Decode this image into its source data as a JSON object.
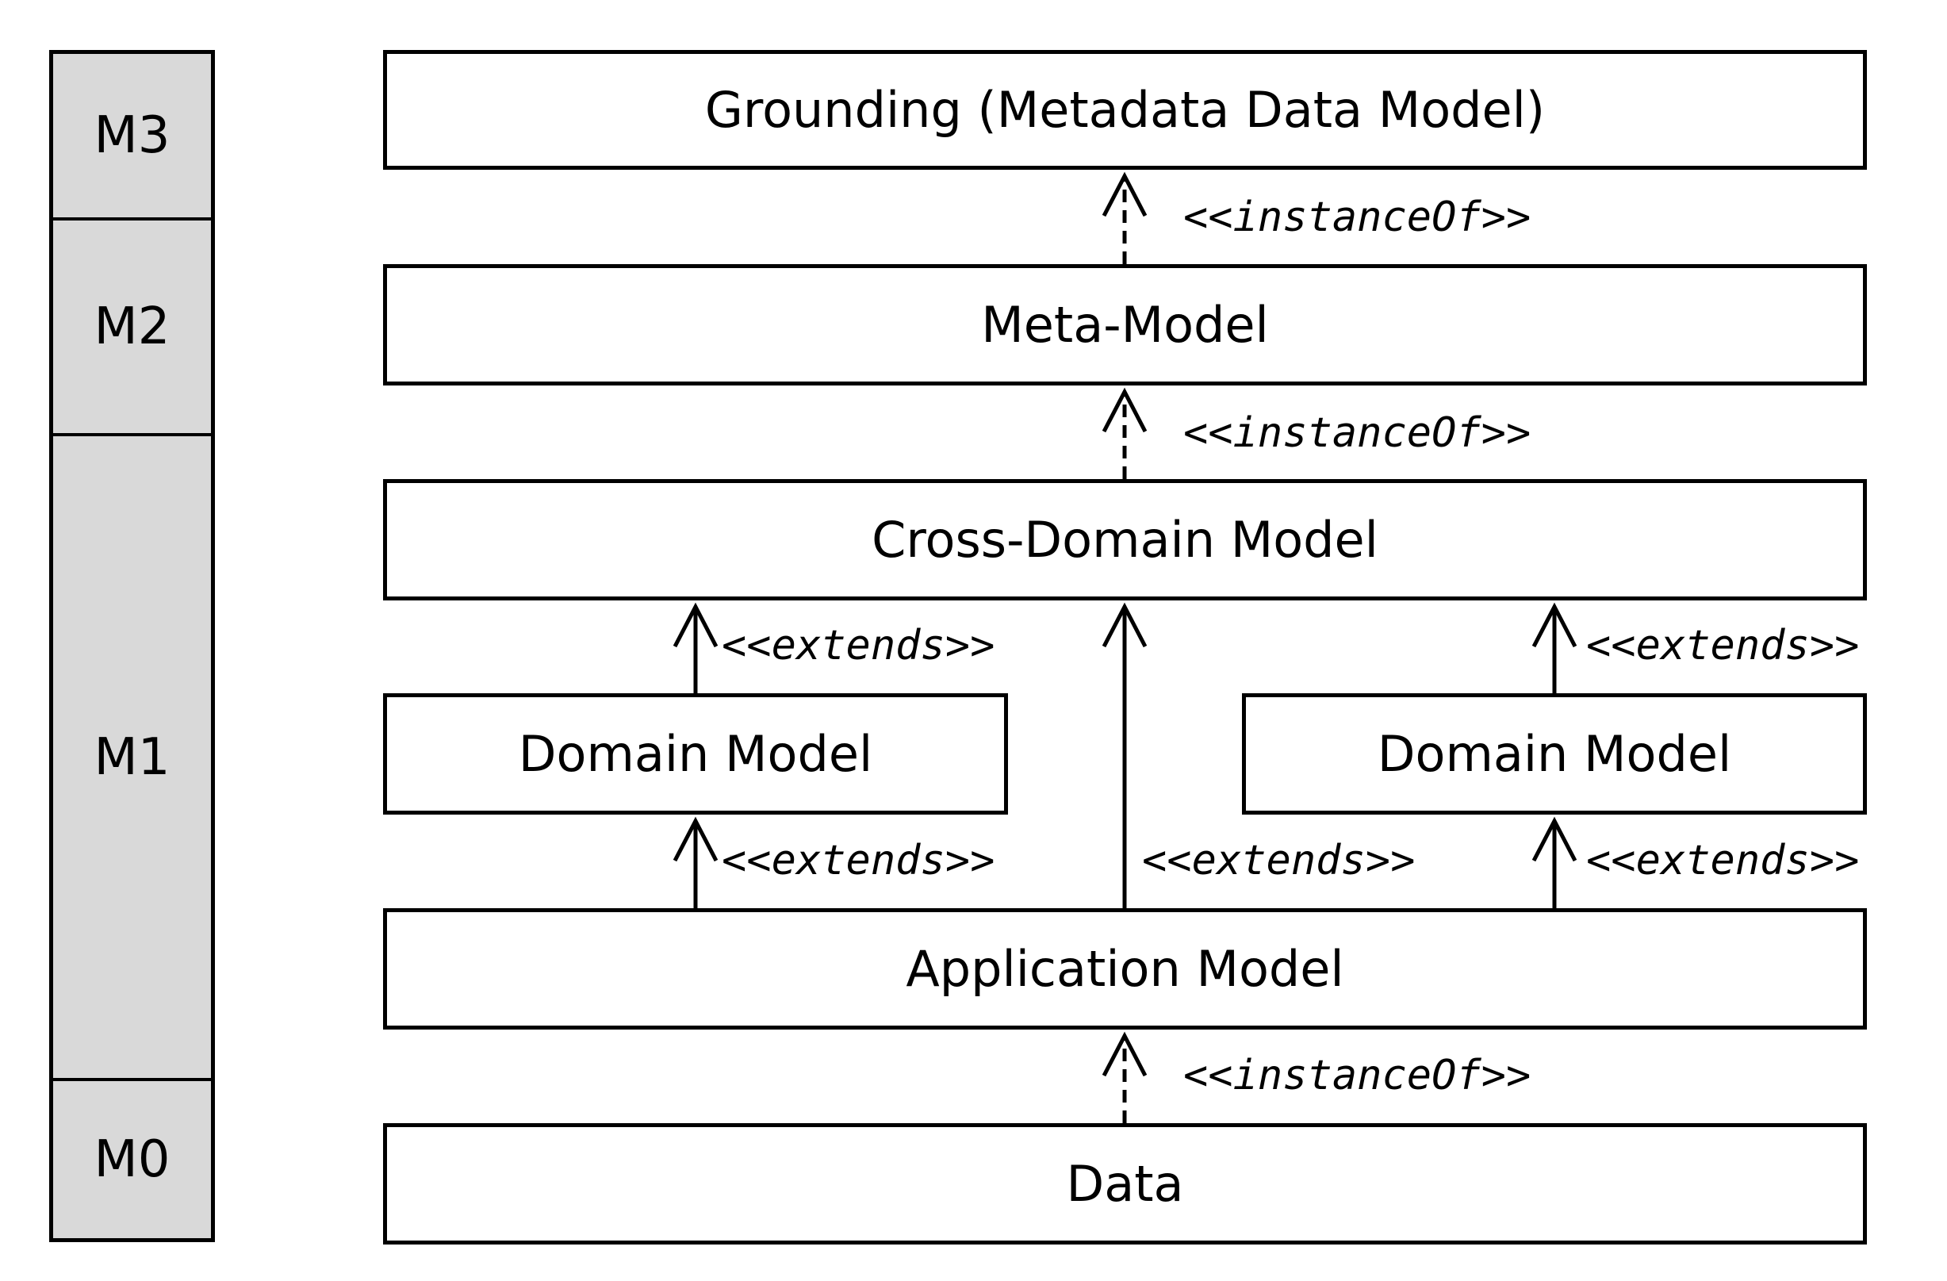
{
  "levels": {
    "m3": "M3",
    "m2": "M2",
    "m1": "M1",
    "m0": "M0"
  },
  "boxes": {
    "grounding": "Grounding (Metadata Data Model)",
    "meta_model": "Meta-Model",
    "cross_domain": "Cross-Domain Model",
    "domain_left": "Domain Model",
    "domain_right": "Domain Model",
    "application": "Application Model",
    "data": "Data"
  },
  "relations": {
    "meta_to_grounding": "<<instanceOf>>",
    "cross_to_meta": "<<instanceOf>>",
    "domain_left_to_cross": "<<extends>>",
    "domain_right_to_cross": "<<extends>>",
    "app_to_domain_left": "<<extends>>",
    "app_to_cross": "<<extends>>",
    "app_to_domain_right": "<<extends>>",
    "data_to_app": "<<instanceOf>>"
  }
}
